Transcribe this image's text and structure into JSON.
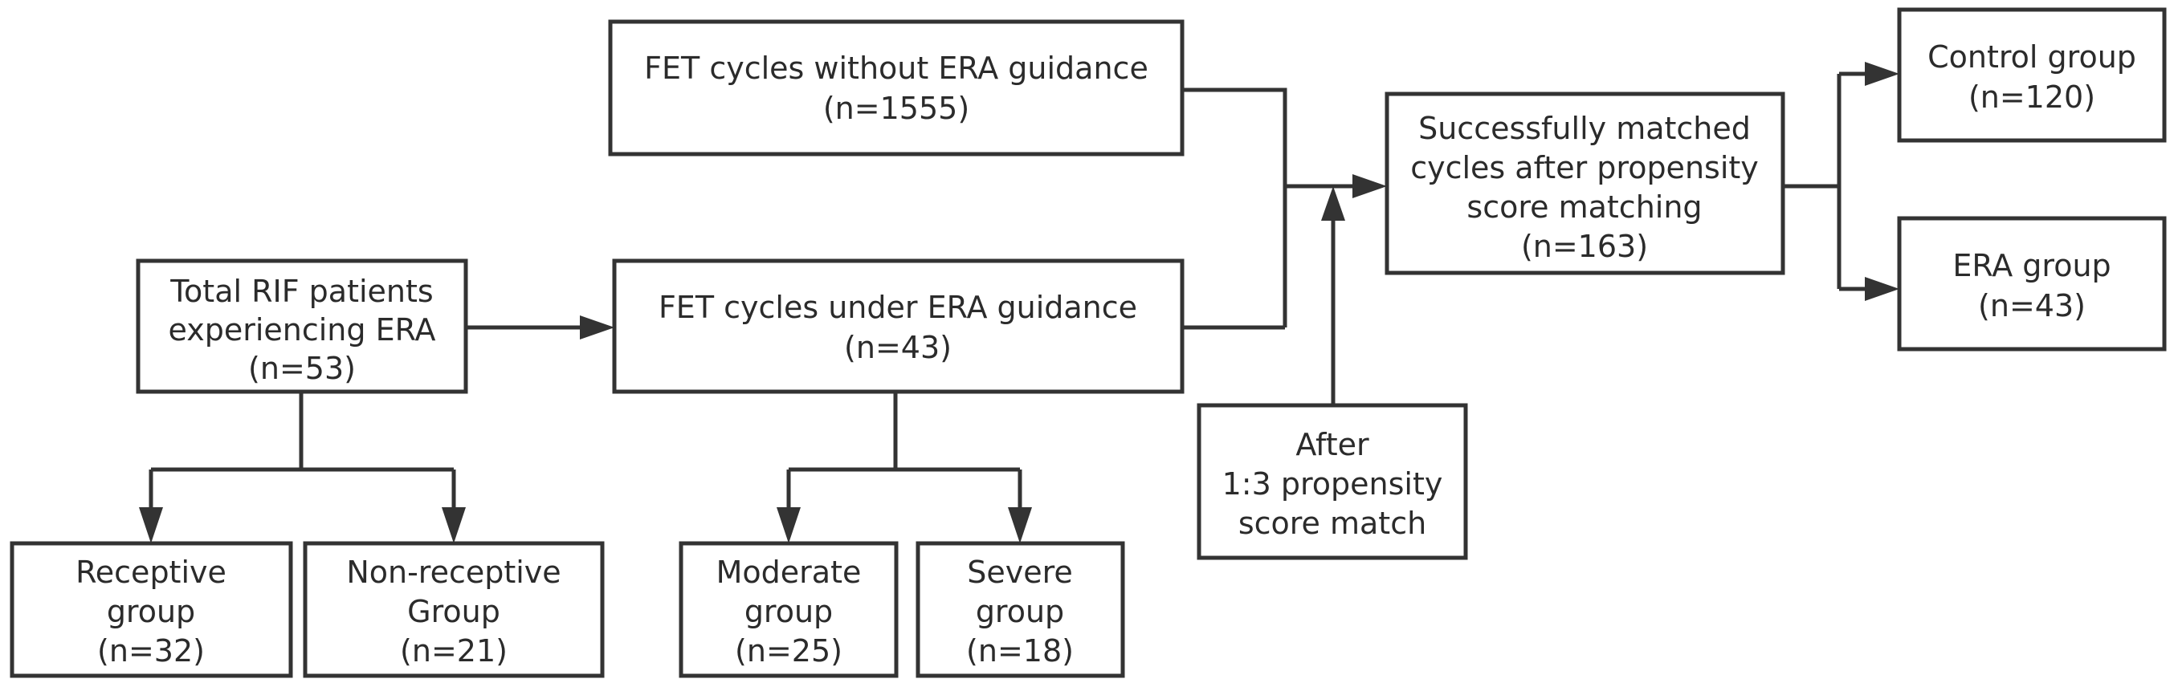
{
  "colors": {
    "line": "#333333",
    "text": "#2b2b2b",
    "box_fill": "#ffffff"
  },
  "nodes": {
    "fet_without_era": {
      "lines": [
        "FET cycles without ERA guidance",
        "(n=1555)"
      ]
    },
    "total_rif": {
      "lines": [
        "Total RIF patients",
        "experiencing ERA",
        "(n=53)"
      ]
    },
    "fet_under_era": {
      "lines": [
        "FET cycles under ERA guidance",
        "(n=43)"
      ]
    },
    "after_psm": {
      "lines": [
        "After",
        "1:3 propensity",
        "score match"
      ]
    },
    "matched_cycles": {
      "lines": [
        "Successfully matched",
        "cycles after propensity",
        "score matching",
        "(n=163)"
      ]
    },
    "control_group": {
      "lines": [
        "Control group",
        "(n=120)"
      ]
    },
    "era_group": {
      "lines": [
        "ERA group",
        "(n=43)"
      ]
    },
    "receptive_group": {
      "lines": [
        "Receptive",
        "group",
        "(n=32)"
      ]
    },
    "non_receptive_group": {
      "lines": [
        "Non-receptive",
        "Group",
        "(n=21)"
      ]
    },
    "moderate_group": {
      "lines": [
        "Moderate",
        "group",
        "(n=25)"
      ]
    },
    "severe_group": {
      "lines": [
        "Severe",
        "group",
        "(n=18)"
      ]
    }
  }
}
